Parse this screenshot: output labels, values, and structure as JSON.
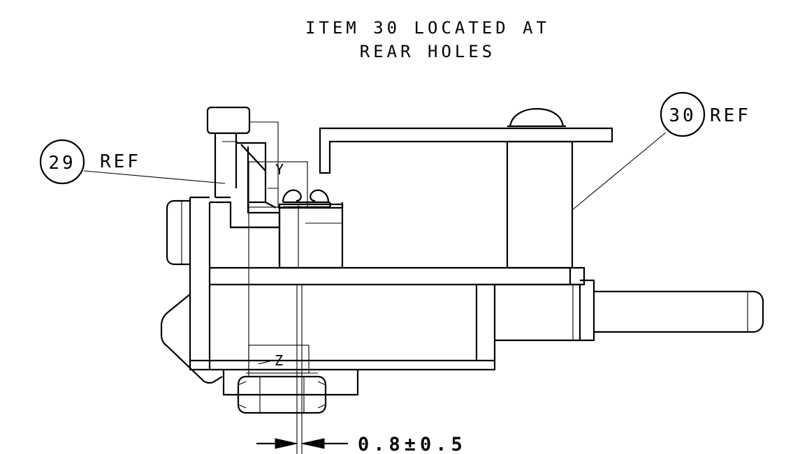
{
  "note": {
    "line1": "ITEM 30 LOCATED AT",
    "line2": "REAR HOLES"
  },
  "callouts": [
    {
      "number": "29",
      "suffix": "REF"
    },
    {
      "number": "30",
      "suffix": "REF"
    }
  ],
  "detail_labels": {
    "y": "Y",
    "z": "Z"
  },
  "dimension": {
    "value": "0.8±0.5"
  }
}
